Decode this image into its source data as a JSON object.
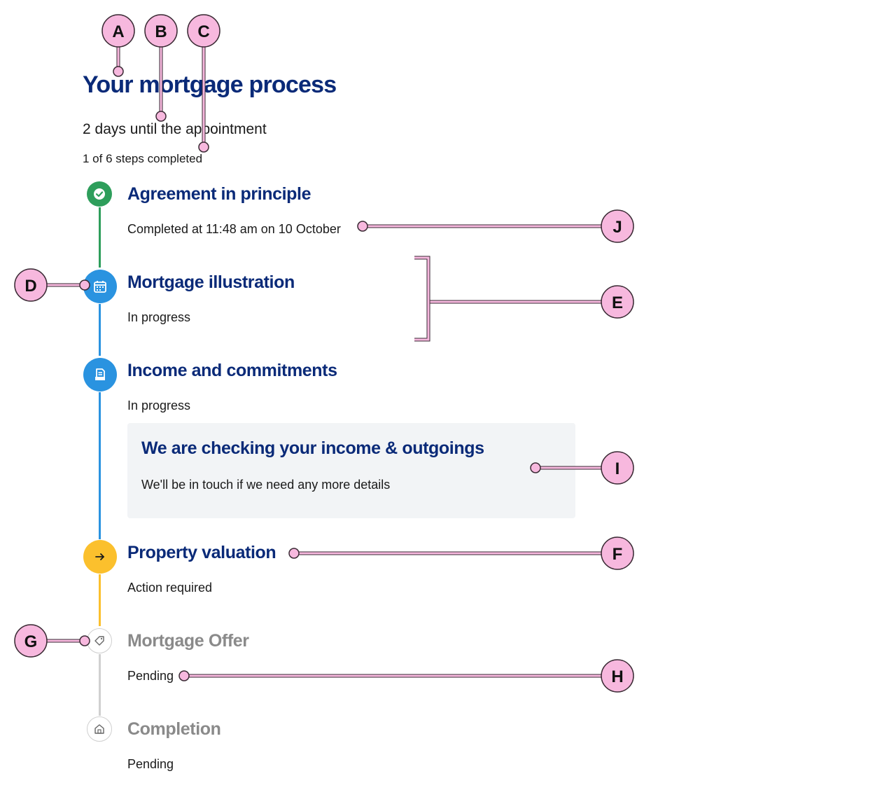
{
  "page": {
    "title": "Your mortgage process",
    "appointment_text": "2 days until the appointment",
    "progress_text": "1 of 6 steps completed"
  },
  "steps": [
    {
      "title": "Agreement in principle",
      "status": "Completed at 11:48 am on 10 October",
      "state": "completed",
      "icon": "check-icon",
      "color": "#2e9e5b"
    },
    {
      "title": "Mortgage illustration",
      "status": "In progress",
      "state": "in-progress",
      "icon": "calendar-icon",
      "color": "#2a93e0"
    },
    {
      "title": "Income and commitments",
      "status": "In progress",
      "state": "in-progress",
      "icon": "document-icon",
      "color": "#2a93e0"
    },
    {
      "title": "Property valuation",
      "status": "Action required",
      "state": "action-required",
      "icon": "arrow-right-icon",
      "color": "#fbc02d"
    },
    {
      "title": "Mortgage Offer",
      "status": "Pending",
      "state": "pending",
      "icon": "tag-icon",
      "color": "#cfcfcf"
    },
    {
      "title": "Completion",
      "status": "Pending",
      "state": "pending",
      "icon": "house-icon",
      "color": "#cfcfcf"
    }
  ],
  "info_card": {
    "title": "We are checking your income & outgoings",
    "text": "We'll be in touch if we need any more details"
  },
  "callouts": [
    "A",
    "B",
    "C",
    "D",
    "E",
    "F",
    "G",
    "H",
    "I",
    "J"
  ],
  "annotation_color": "#f7b8de"
}
